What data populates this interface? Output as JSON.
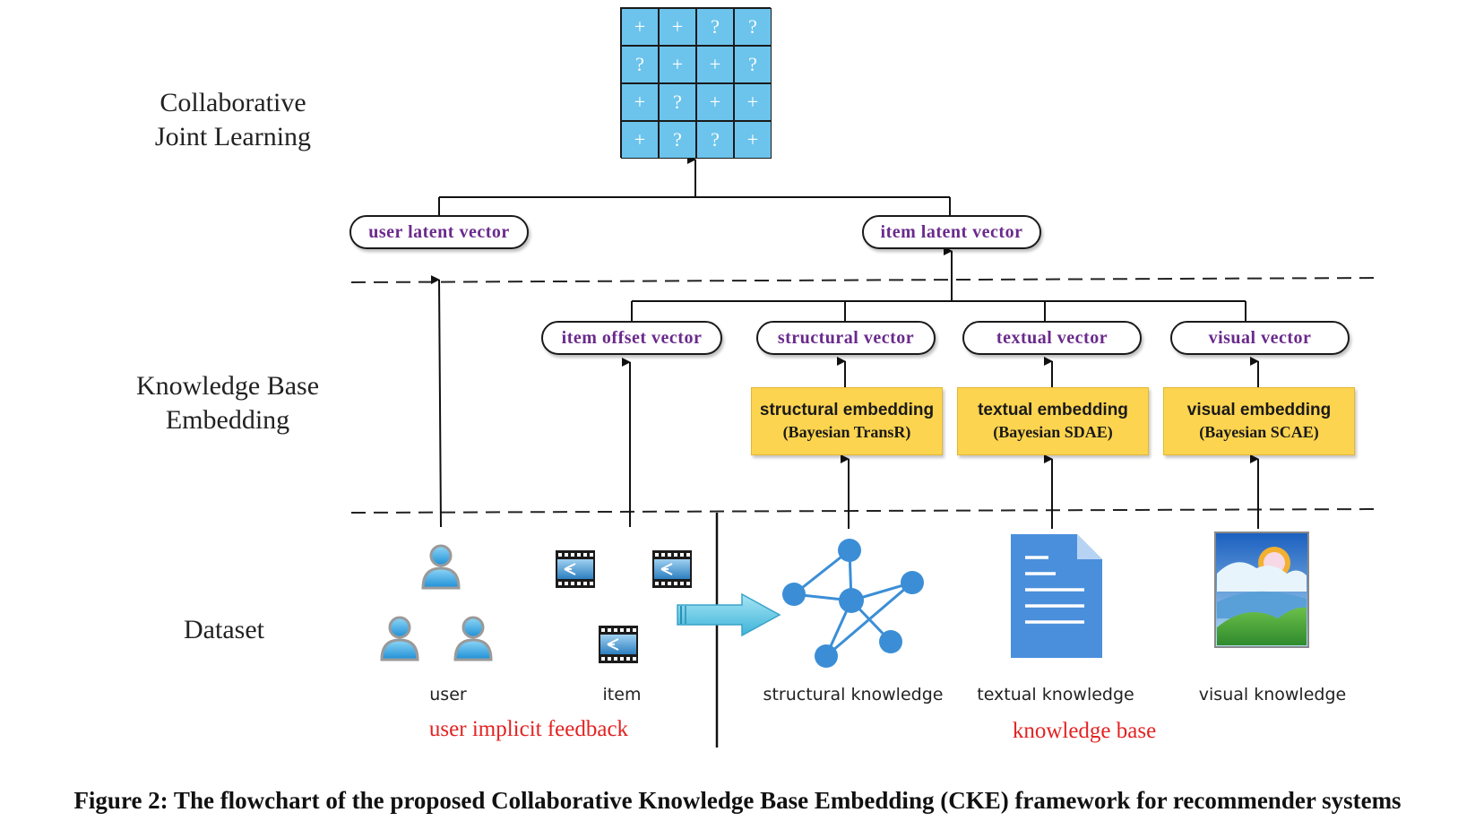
{
  "layers": {
    "collaborative_line1": "Collaborative",
    "collaborative_line2": "Joint Learning",
    "kbe_line1": "Knowledge Base",
    "kbe_line2": "Embedding",
    "dataset": "Dataset"
  },
  "matrix": {
    "rows": [
      [
        "+",
        "+",
        "?",
        "?"
      ],
      [
        "?",
        "+",
        "+",
        "?"
      ],
      [
        "+",
        "?",
        "+",
        "+"
      ],
      [
        "+",
        "?",
        "?",
        "+"
      ]
    ]
  },
  "vectors": {
    "user_latent": "user latent vector",
    "item_latent": "item latent vector",
    "item_offset": "item offset vector",
    "structural": "structural vector",
    "textual": "textual vector",
    "visual": "visual vector"
  },
  "embeddings": {
    "structural": {
      "title": "structural embedding",
      "method": "(Bayesian TransR)"
    },
    "textual": {
      "title": "textual embedding",
      "method": "(Bayesian SDAE)"
    },
    "visual": {
      "title": "visual embedding",
      "method": "(Bayesian SCAE)"
    }
  },
  "dataset_labels": {
    "user": "user",
    "item": "item",
    "structural": "structural knowledge",
    "textual": "textual knowledge",
    "visual": "visual knowledge",
    "feedback_group": "user implicit feedback",
    "kb_group": "knowledge base"
  },
  "caption": "Figure 2: The flowchart of the proposed Collaborative Knowledge Base Embedding (CKE) framework for recommender systems",
  "colors": {
    "vector_text": "#6a2a8c",
    "embedding_fill": "#fdd44f",
    "matrix_fill": "#6cc4ec",
    "group_label": "#e32222",
    "graph_node": "#3b8ed6",
    "document": "#4a8fdc",
    "user_icon": "#2aa3e0"
  },
  "icons": {
    "user": "user-icon",
    "item": "film-strip-icon",
    "structural": "knowledge-graph-icon",
    "textual": "document-icon",
    "visual": "landscape-image-icon",
    "transfer": "right-arrow-icon"
  }
}
